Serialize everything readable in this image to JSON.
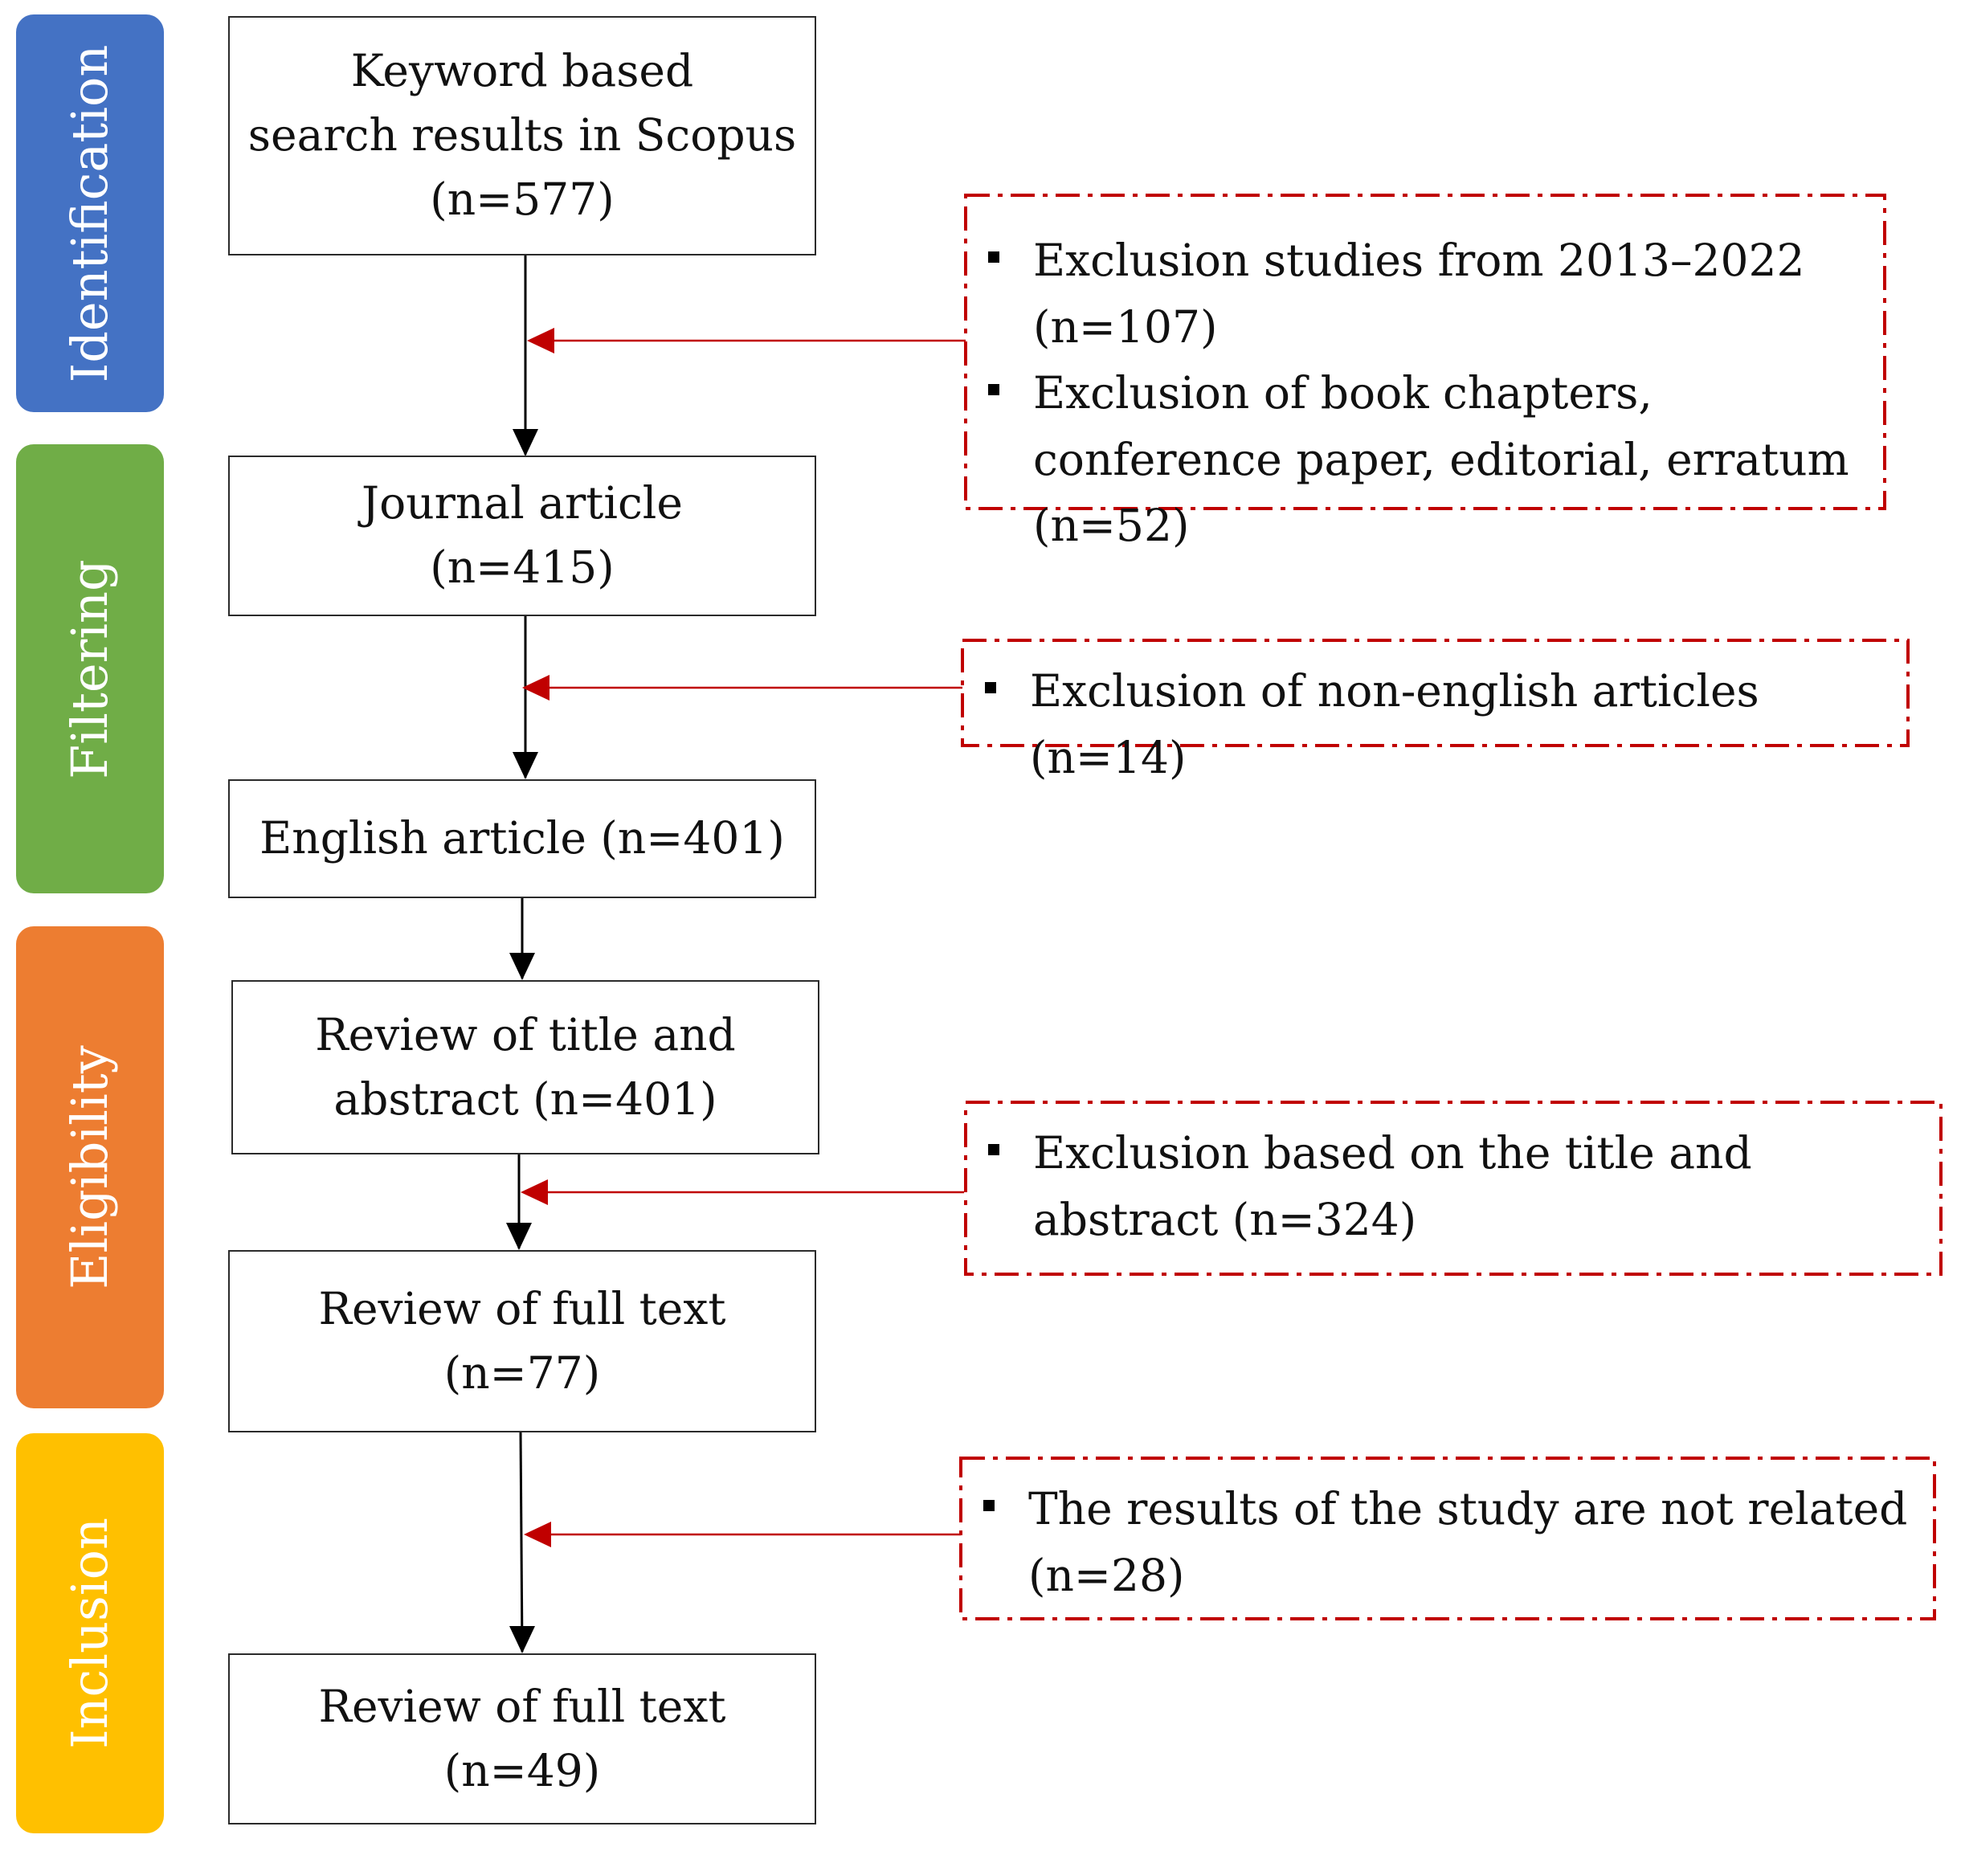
{
  "stages": [
    {
      "label": "Identification",
      "color": "#4472C4"
    },
    {
      "label": "Filtering",
      "color": "#70AD47"
    },
    {
      "label": "Eligibility",
      "color": "#ED7D31"
    },
    {
      "label": "Inclusion",
      "color": "#FFC000"
    }
  ],
  "boxes": [
    {
      "lines": [
        "Keyword based",
        "search results in Scopus",
        "(n=577)"
      ]
    },
    {
      "lines": [
        "Journal article",
        "(n=415)"
      ]
    },
    {
      "lines": [
        "English article (n=401)"
      ]
    },
    {
      "lines": [
        "Review of title and",
        "abstract (n=401)"
      ]
    },
    {
      "lines": [
        "Review of full text",
        "(n=77)"
      ]
    },
    {
      "lines": [
        "Review of full text",
        "(n=49)"
      ]
    }
  ],
  "exclusions": [
    {
      "items": [
        "Exclusion studies from 2013–2022 (n=107)",
        "Exclusion of book chapters, conference paper, editorial, erratum (n=52)"
      ]
    },
    {
      "items": [
        "Exclusion of non-english articles (n=14)"
      ]
    },
    {
      "items": [
        "Exclusion based on the title and abstract (n=324)"
      ]
    },
    {
      "items": [
        "The results of the study are not related (n=28)"
      ]
    }
  ],
  "colors": {
    "flow_arrow": "#000000",
    "exclusion_arrow": "#C00000",
    "exclusion_border": "#C00000",
    "box_border": "#2b2b2b"
  }
}
